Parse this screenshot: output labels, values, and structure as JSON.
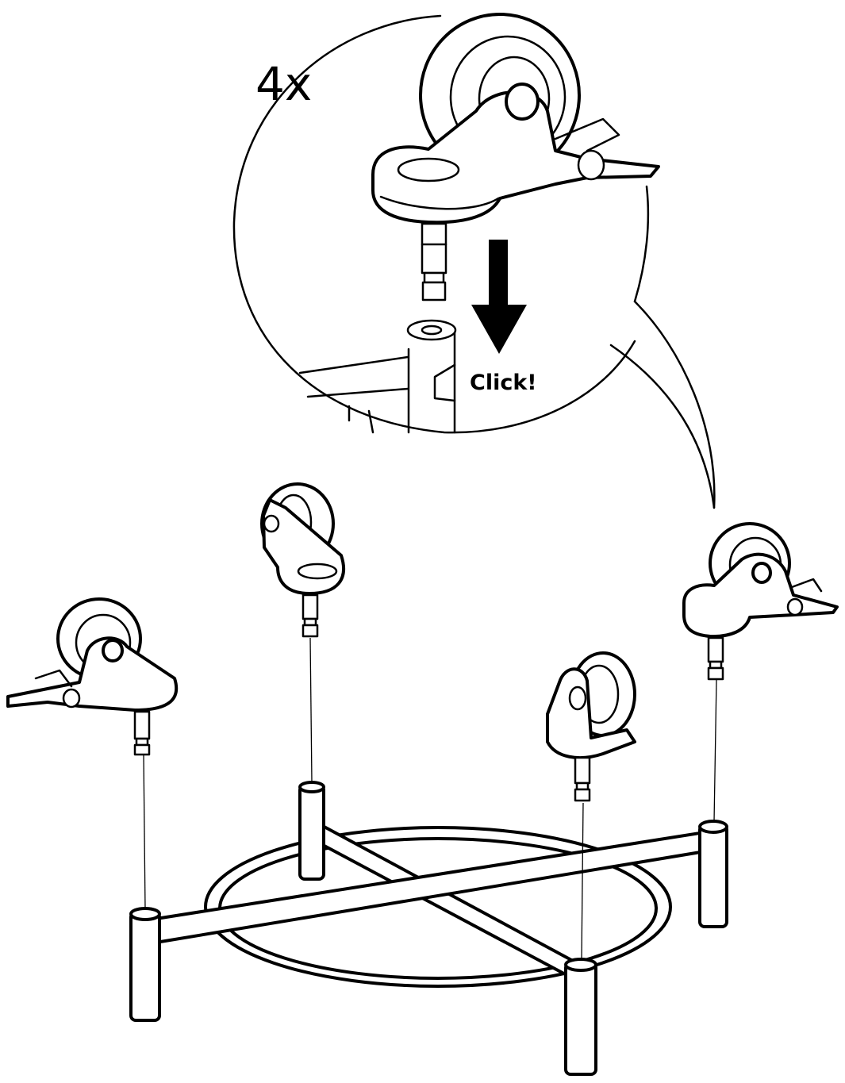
{
  "callout": {
    "quantity_label": "4x",
    "action_label": "Click!"
  },
  "colors": {
    "ink": "#000000",
    "paper": "#ffffff"
  },
  "parts": {
    "casters_with_brake": 2,
    "casters_without_brake": 2,
    "icons": [
      "caster-with-brake-icon",
      "caster-icon",
      "arrow-down-icon",
      "base-frame-icon"
    ]
  }
}
